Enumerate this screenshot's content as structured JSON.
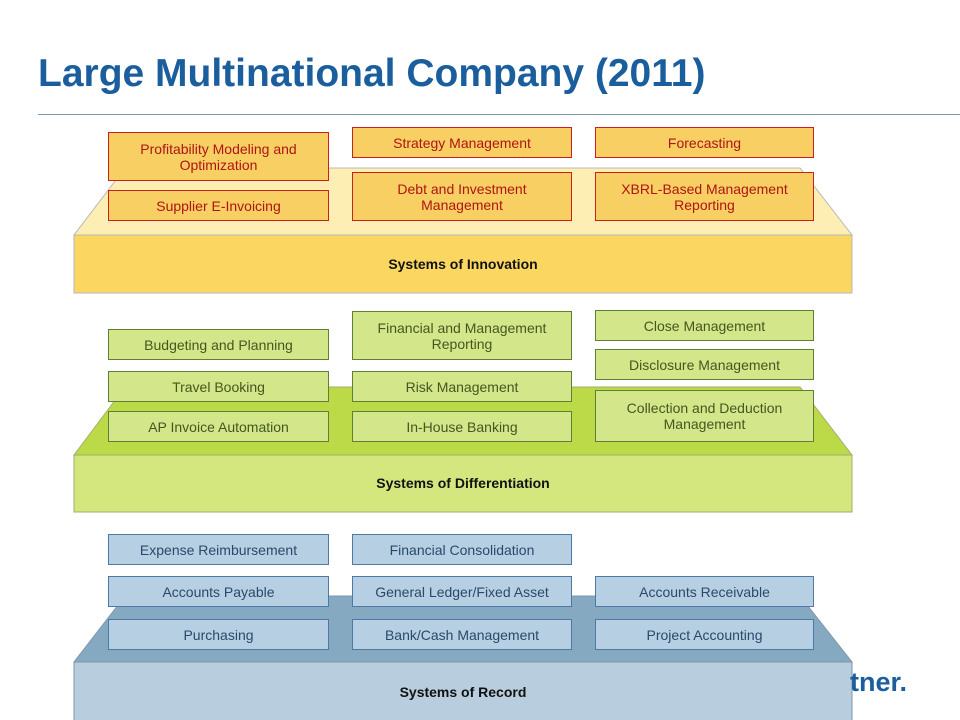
{
  "title": "Large Multinational Company (2011)",
  "tiers": {
    "innovation": "Systems of Innovation",
    "differentiation": "Systems of Differentiation",
    "record": "Systems of Record"
  },
  "innovation_boxes": [
    "Profitability Modeling and Optimization",
    "Strategy Management",
    "Forecasting",
    "Supplier E-Invoicing",
    "Debt and Investment Management",
    "XBRL-Based Management Reporting"
  ],
  "differentiation_boxes": [
    "Financial and Management Reporting",
    "Close Management",
    "Budgeting and Planning",
    "Disclosure Management",
    "Travel Booking",
    "Risk Management",
    "Collection and Deduction Management",
    "AP Invoice Automation",
    "In-House Banking"
  ],
  "record_boxes": [
    "Expense Reimbursement",
    "Financial Consolidation",
    "Accounts Payable",
    "General Ledger/Fixed Asset",
    "Accounts Receivable",
    "Purchasing",
    "Bank/Cash Management",
    "Project Accounting"
  ],
  "logo_text": "tner.",
  "colors": {
    "title": "#1b5e9d",
    "innovation_fill": "#f7cf63",
    "differentiation_fill": "#d4e68a",
    "record_fill": "#b7cfe2"
  }
}
